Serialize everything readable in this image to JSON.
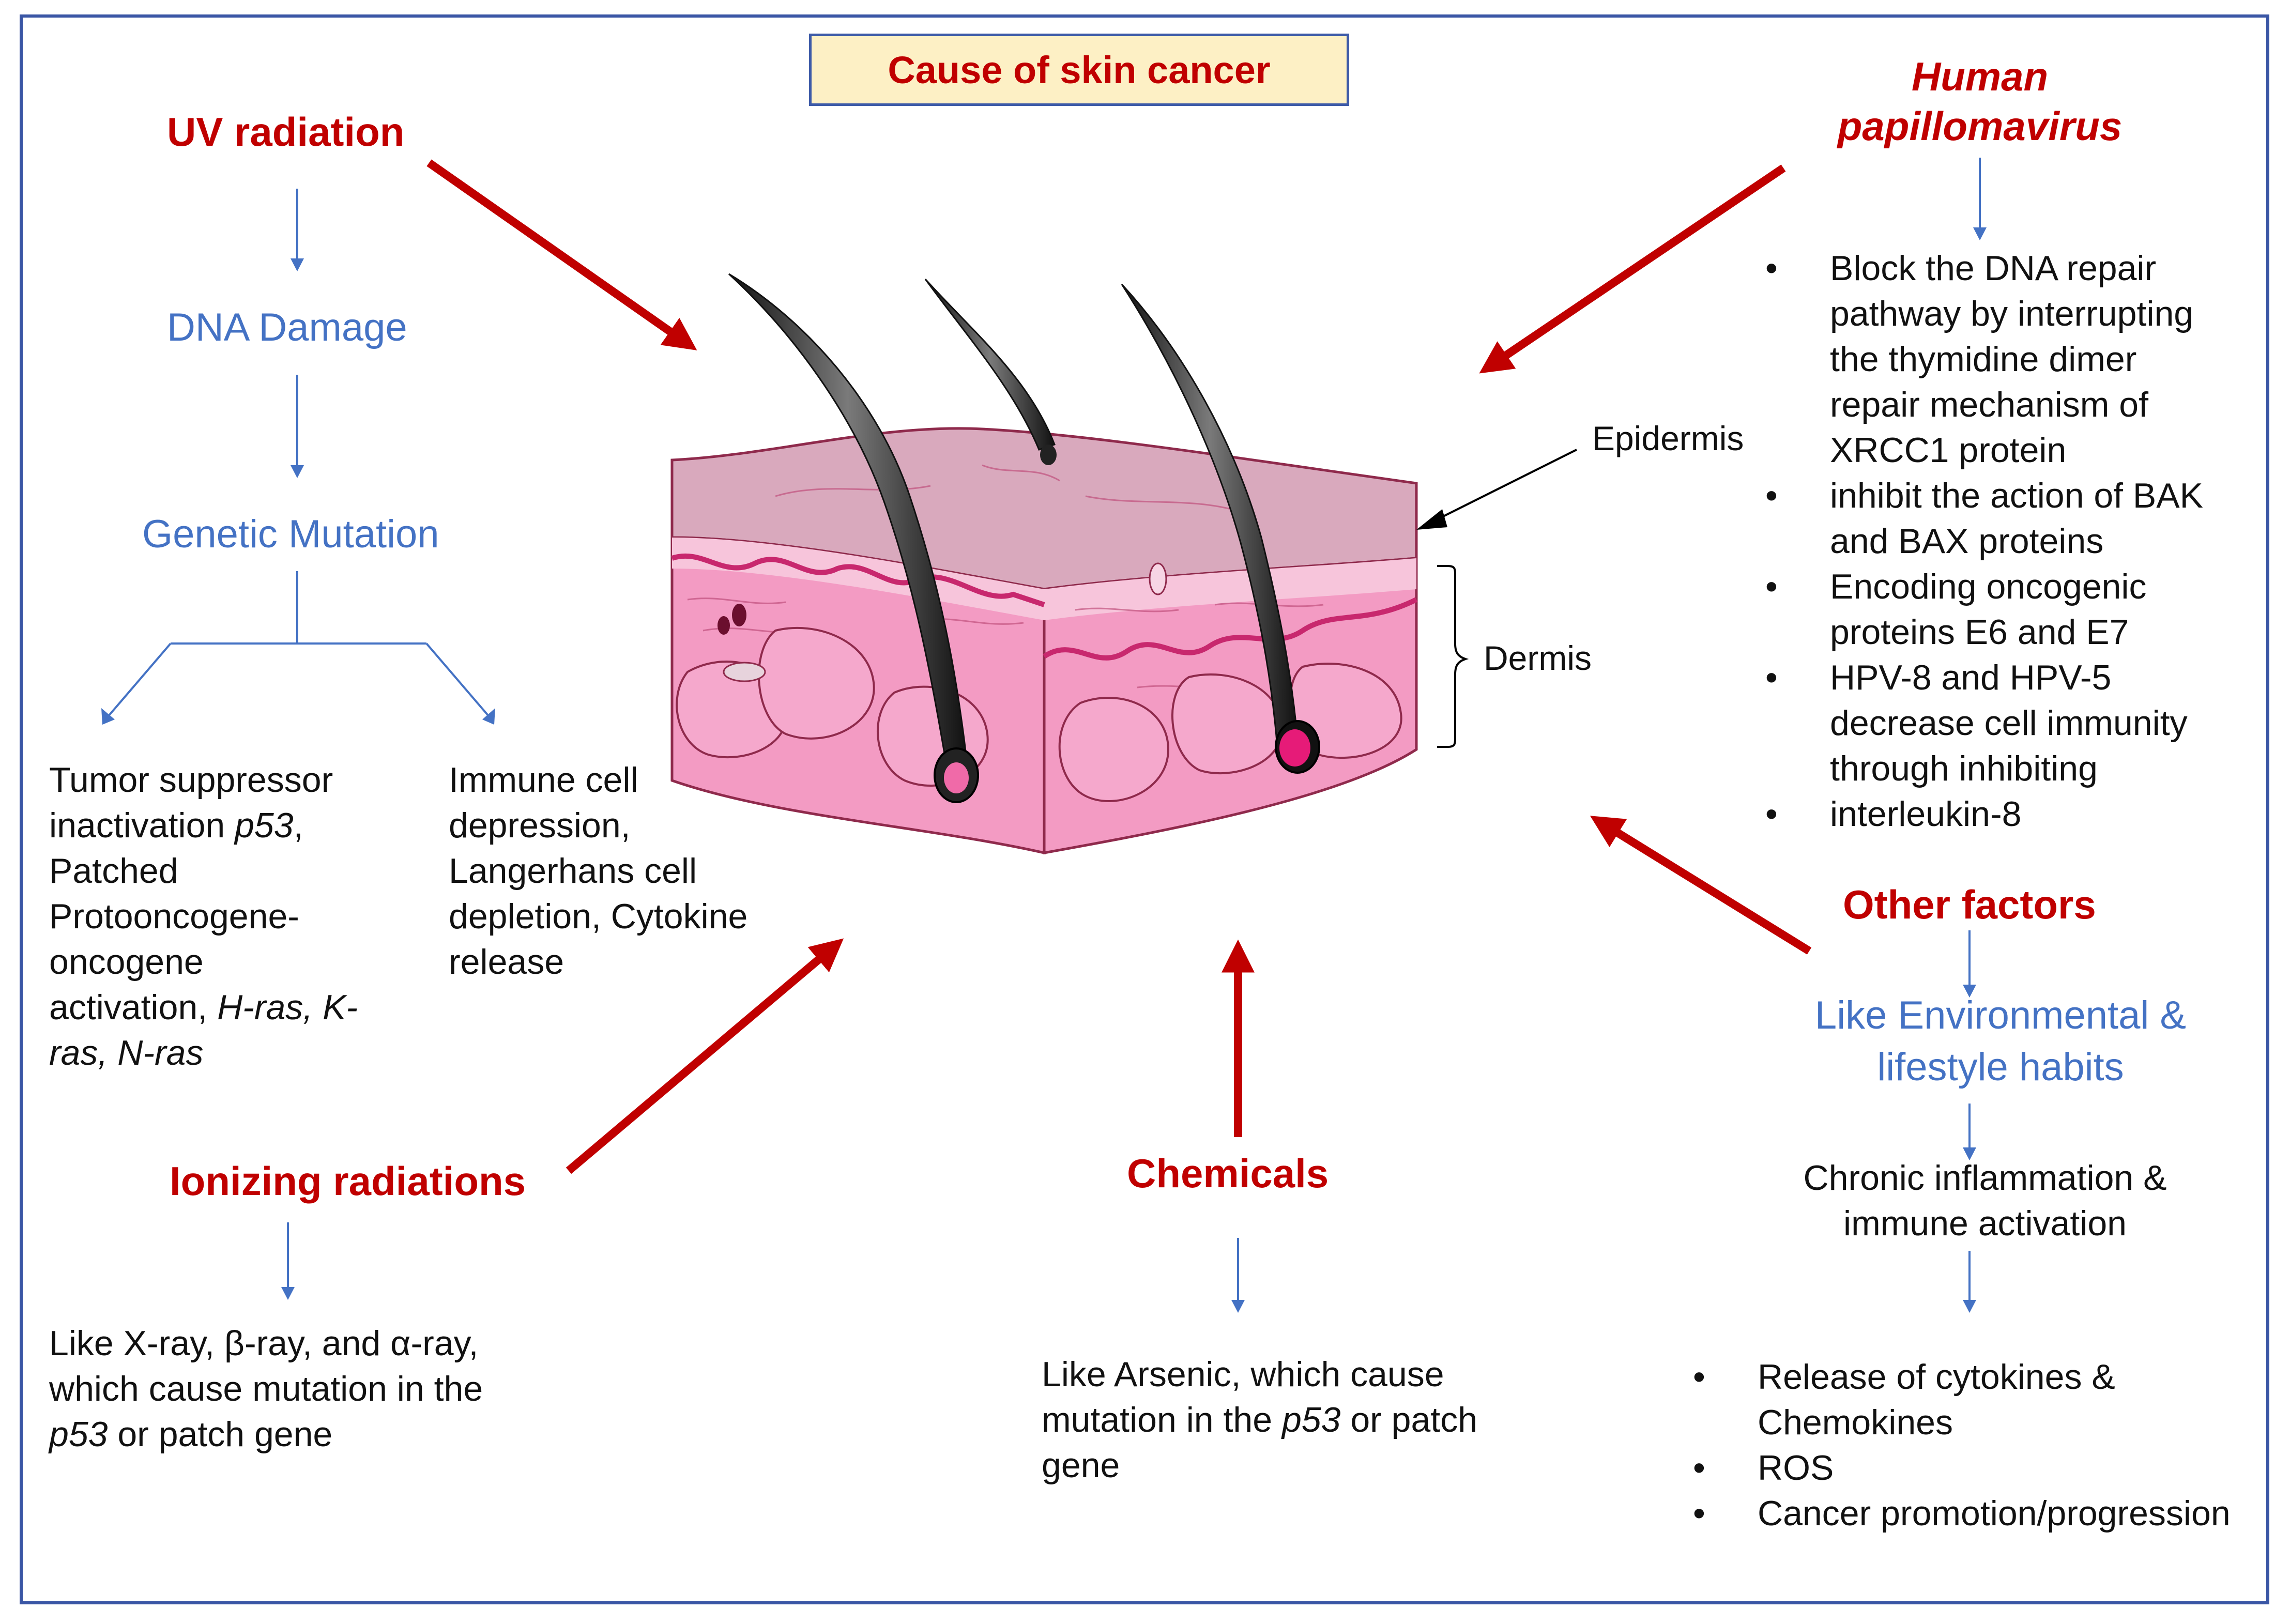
{
  "title": "Cause of skin cancer",
  "labels": {
    "epidermis": "Epidermis",
    "dermis": "Dermis"
  },
  "uv": {
    "heading": "UV radiation",
    "step1": "DNA Damage",
    "step2": "Genetic Mutation",
    "left": [
      "Tumor suppressor",
      "inactivation ",
      "p53",
      ",",
      "Patched",
      "Protooncogene-",
      "oncogene",
      "activation, ",
      "H-ras, K-",
      "ras, N-ras"
    ],
    "right": [
      "Immune cell",
      "depression,",
      "Langerhans cell",
      "depletion, Cytokine",
      "release"
    ]
  },
  "hpv": {
    "heading_line1": "Human",
    "heading_line2": "papillomavirus",
    "bullets": [
      {
        "lines": [
          "Block the DNA repair",
          "pathway by interrupting",
          "the thymidine dimer",
          "repair mechanism of",
          "XRCC1 protein"
        ]
      },
      {
        "lines": [
          "inhibit the action of BAK",
          "and BAX proteins"
        ]
      },
      {
        "lines": [
          "Encoding oncogenic",
          "proteins E6 and E7"
        ]
      },
      {
        "lines": [
          "HPV-8 and HPV-5",
          "decrease cell immunity",
          "through inhibiting"
        ]
      },
      {
        "lines": [
          "interleukin-8"
        ]
      }
    ]
  },
  "ionizing": {
    "heading": "Ionizing radiations",
    "line1": "Like X-ray, β-ray, and α-ray,",
    "line2": "which cause mutation in the",
    "line3_italic": "p53",
    "line3_rest": " or patch gene"
  },
  "chemicals": {
    "heading": "Chemicals",
    "line1": "Like Arsenic, which cause",
    "line2_pre": "mutation in the ",
    "line2_italic": "p53",
    "line2_post": " or patch",
    "line3": "gene"
  },
  "other": {
    "heading": "Other factors",
    "step1_line1": "Like Environmental &",
    "step1_line2": "lifestyle habits",
    "step2_line1": "Chronic inflammation &",
    "step2_line2": "immune activation",
    "bullets": [
      {
        "lines": [
          "Release of cytokines &",
          "Chemokines"
        ]
      },
      {
        "lines": [
          "ROS"
        ]
      },
      {
        "lines": [
          "Cancer promotion/progression"
        ]
      }
    ]
  },
  "colors": {
    "heading": "#c00000",
    "flow": "#4472c4",
    "arrow_red": "#c00000",
    "frame": "#3a56a5",
    "title_bg": "#fdf0c5"
  }
}
